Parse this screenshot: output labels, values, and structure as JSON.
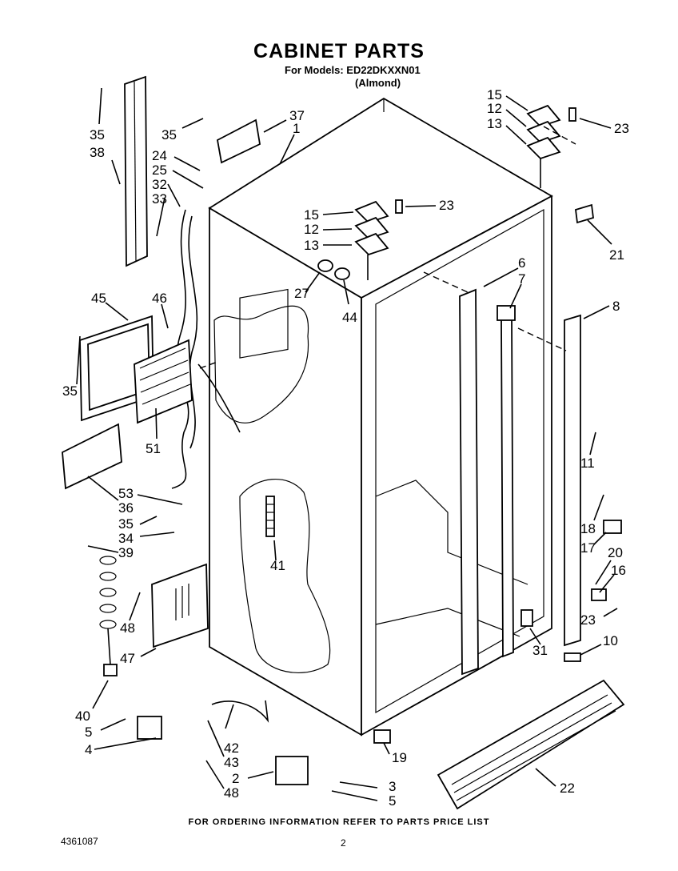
{
  "header": {
    "title": "CABINET PARTS",
    "models_line": "For Models: ED22DKXXN01",
    "color_line": "(Almond)"
  },
  "footer": {
    "ordering_note": "FOR ORDERING INFORMATION REFER TO PARTS PRICE LIST",
    "document_number": "4361087",
    "page_number": "2"
  },
  "callouts": {
    "c35a": "35",
    "c38": "38",
    "c35b": "35",
    "c37": "37",
    "c1": "1",
    "c24": "24",
    "c25": "25",
    "c32": "32",
    "c33": "33",
    "c15a": "15",
    "c12a": "12",
    "c13a": "13",
    "c23a": "23",
    "c15b": "15",
    "c12b": "12",
    "c13b": "13",
    "c23b": "23",
    "c21": "21",
    "c27": "27",
    "c44": "44",
    "c6": "6",
    "c7": "7",
    "c8": "8",
    "c45": "45",
    "c46": "46",
    "c35c": "35",
    "c51": "51",
    "c53": "53",
    "c36": "36",
    "c35d": "35",
    "c34": "34",
    "c39": "39",
    "c41": "41",
    "c11": "11",
    "c18": "18",
    "c17": "17",
    "c20": "20",
    "c16": "16",
    "c23c": "23",
    "c10": "10",
    "c31": "31",
    "c48a": "48",
    "c47": "47",
    "c40": "40",
    "c5a": "5",
    "c4": "4",
    "c42": "42",
    "c43": "43",
    "c2": "2",
    "c48b": "48",
    "c3": "3",
    "c5b": "5",
    "c19": "19",
    "c22": "22"
  }
}
